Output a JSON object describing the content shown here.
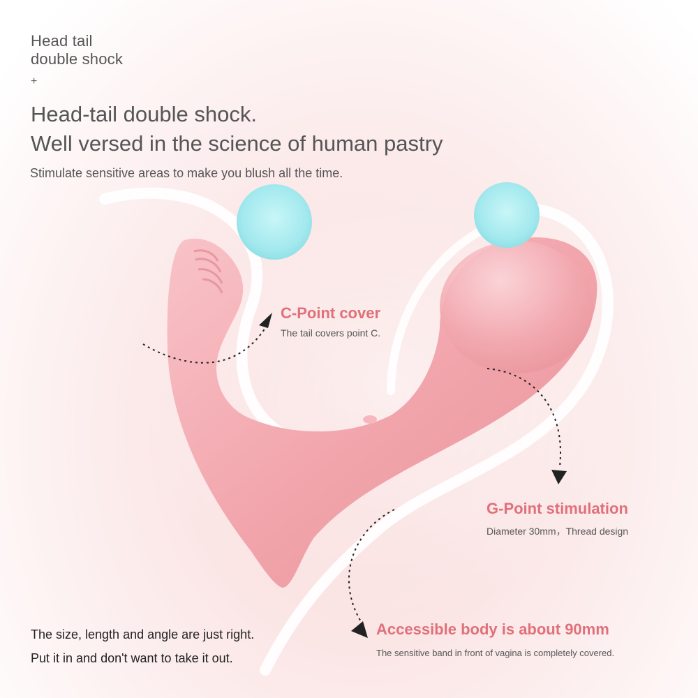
{
  "header": {
    "kicker_lines": [
      "Head tail",
      "double shock"
    ],
    "plus": "+",
    "headline_lines": [
      "Head-tail double shock.",
      "Well versed in the science of human pastry"
    ],
    "intro": "Stimulate sensitive areas to make you blush all the time."
  },
  "callouts": {
    "c_point": {
      "title": "C-Point cover",
      "description": "The tail covers point C."
    },
    "g_point": {
      "title": "G-Point stimulation",
      "description": "Diameter 30mm，Thread design"
    },
    "body": {
      "title": "Accessible body is about 90mm",
      "description": "The sensitive band in front of vagina is completely covered."
    }
  },
  "bottom_note": {
    "lines": [
      "The size, length and angle are just right.",
      "Put it in and don't want to take it out."
    ]
  },
  "colors": {
    "product_pink": "#f2a1a8",
    "accent_text": "#e0707a",
    "ball_cyan": "#9fe6ec",
    "background": "#fbe6e6"
  }
}
